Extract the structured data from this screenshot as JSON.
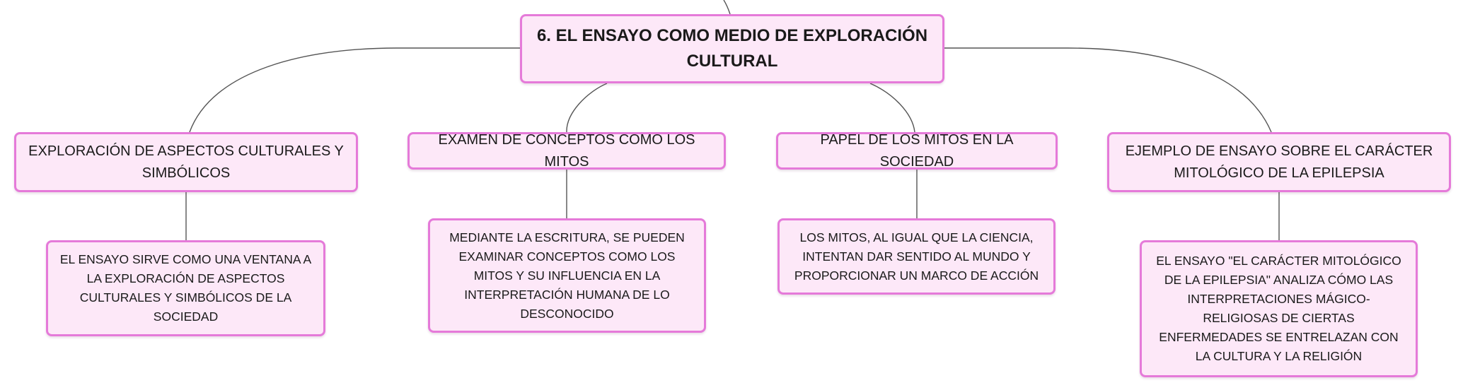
{
  "central": {
    "title": "6. EL ENSAYO COMO MEDIO DE EXPLORACIÓN CULTURAL"
  },
  "branches": [
    {
      "title": "EXPLORACIÓN DE ASPECTOS CULTURALES Y SIMBÓLICOS",
      "detail": "EL ENSAYO SIRVE COMO UNA VENTANA A LA EXPLORACIÓN DE ASPECTOS CULTURALES Y SIMBÓLICOS DE LA SOCIEDAD"
    },
    {
      "title": "EXAMEN DE CONCEPTOS COMO LOS MITOS",
      "detail": "MEDIANTE LA ESCRITURA, SE PUEDEN EXAMINAR CONCEPTOS COMO LOS MITOS Y SU INFLUENCIA EN LA INTERPRETACIÓN HUMANA DE LO DESCONOCIDO"
    },
    {
      "title": "PAPEL DE LOS MITOS EN LA SOCIEDAD",
      "detail": "LOS MITOS, AL IGUAL QUE LA CIENCIA, INTENTAN DAR SENTIDO AL MUNDO Y PROPORCIONAR UN MARCO DE ACCIÓN"
    },
    {
      "title": "EJEMPLO DE ENSAYO SOBRE EL CARÁCTER MITOLÓGICO DE LA EPILEPSIA",
      "detail": "EL ENSAYO \"EL CARÁCTER MITOLÓGICO DE LA EPILEPSIA\" ANALIZA CÓMO LAS INTERPRETACIONES MÁGICO-RELIGIOSAS DE CIERTAS ENFERMEDADES SE ENTRELAZAN CON LA CULTURA Y LA RELIGIÓN"
    }
  ],
  "colors": {
    "node_fill": "#fde8f8",
    "node_border": "#e57ad9",
    "connector": "#555555"
  }
}
